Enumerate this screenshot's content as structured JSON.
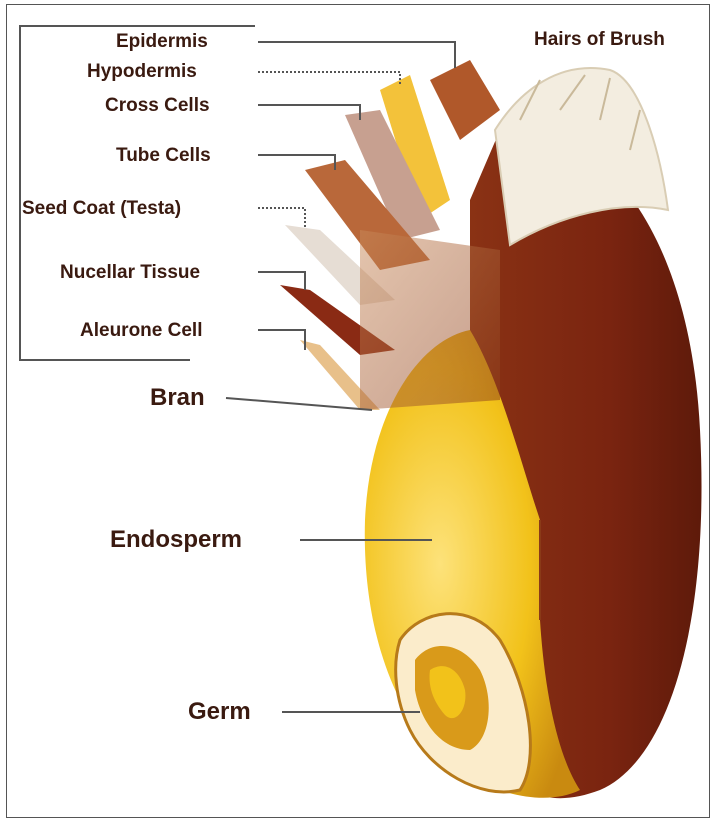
{
  "labels": {
    "epidermis": "Epidermis",
    "hypodermis": "Hypodermis",
    "cross_cells": "Cross Cells",
    "tube_cells": "Tube Cells",
    "seed_coat": "Seed Coat (Testa)",
    "nucellar_tissue": "Nucellar Tissue",
    "aleurone_cell": "Aleurone Cell",
    "hairs_of_brush": "Hairs of Brush",
    "bran": "Bran",
    "endosperm": "Endosperm",
    "germ": "Germ"
  },
  "colors": {
    "label_text": "#3a1a10",
    "leader_line": "#555555",
    "bran_dark": "#7a2a12",
    "bran_mid": "#a9481f",
    "endosperm": "#f2c21a",
    "endosperm_light": "#fde27a",
    "germ": "#d99a1a",
    "hairs": "#f3ede0"
  }
}
